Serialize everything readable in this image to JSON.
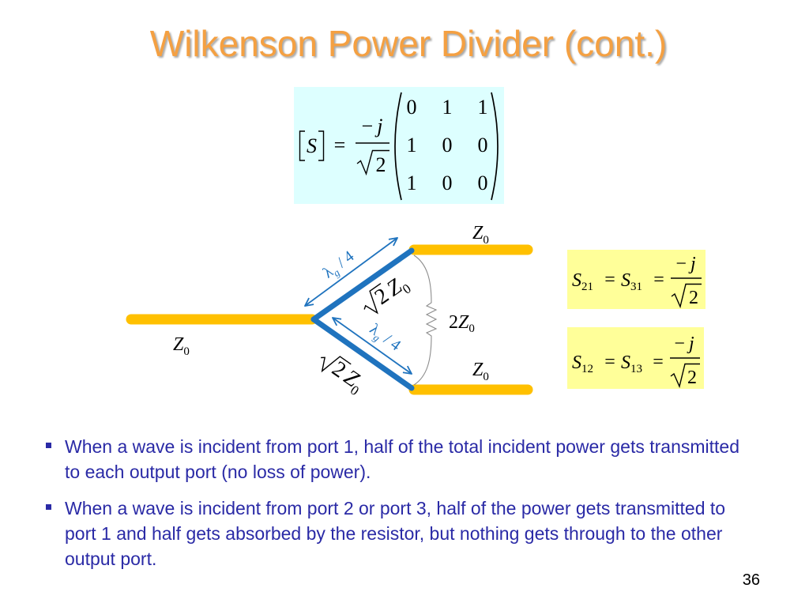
{
  "slide": {
    "title": "Wilkenson Power Divider (cont.)",
    "page_number": "36"
  },
  "colors": {
    "title": "#F4A042",
    "trace": "#FFC000",
    "branch": "#1F73BE",
    "bullet_text": "#2A2AA6",
    "matrix_box": "#DDFFFF",
    "equation_box": "#FFFF99"
  },
  "s_matrix": {
    "symbol": "S",
    "equals": "=",
    "numerator": {
      "sign": "−",
      "symbol": "j"
    },
    "denominator": "2",
    "rows": [
      [
        "0",
        "1",
        "1"
      ],
      [
        "1",
        "0",
        "0"
      ],
      [
        "1",
        "0",
        "0"
      ]
    ]
  },
  "diagram": {
    "left_port_impedance": {
      "symbol": "Z",
      "subscript": "0"
    },
    "upper_port_impedance": {
      "symbol": "Z",
      "subscript": "0"
    },
    "lower_port_impedance": {
      "symbol": "Z",
      "subscript": "0"
    },
    "upper_branch": {
      "impedance": {
        "radicand": "2",
        "symbol": "Z",
        "subscript": "0"
      },
      "length": {
        "symbol": "λ",
        "subscript": "g",
        "divisor": "/ 4"
      }
    },
    "lower_branch": {
      "impedance": {
        "radicand": "2",
        "symbol": "Z",
        "subscript": "0"
      },
      "length": {
        "symbol": "λ",
        "subscript": "g",
        "divisor": "/ 4"
      }
    },
    "resistor": {
      "coefficient": "2",
      "symbol": "Z",
      "subscript": "0"
    }
  },
  "equations": [
    {
      "lhs": {
        "symbol": "S",
        "subscript": "21"
      },
      "equals": "=",
      "rhs": {
        "symbol": "S",
        "subscript": "31"
      },
      "numerator": {
        "sign": "−",
        "symbol": "j"
      },
      "denominator": "2"
    },
    {
      "lhs": {
        "symbol": "S",
        "subscript": "12"
      },
      "equals": "=",
      "rhs": {
        "symbol": "S",
        "subscript": "13"
      },
      "numerator": {
        "sign": "−",
        "symbol": "j"
      },
      "denominator": "2"
    }
  ],
  "bullets": [
    "When a wave is incident from port 1, half of the total incident power gets transmitted to each output port (no loss of power).",
    "When a wave is incident from port 2 or port 3, half of the power gets transmitted to port 1 and half gets absorbed by the resistor, but nothing gets through to the other output port."
  ]
}
